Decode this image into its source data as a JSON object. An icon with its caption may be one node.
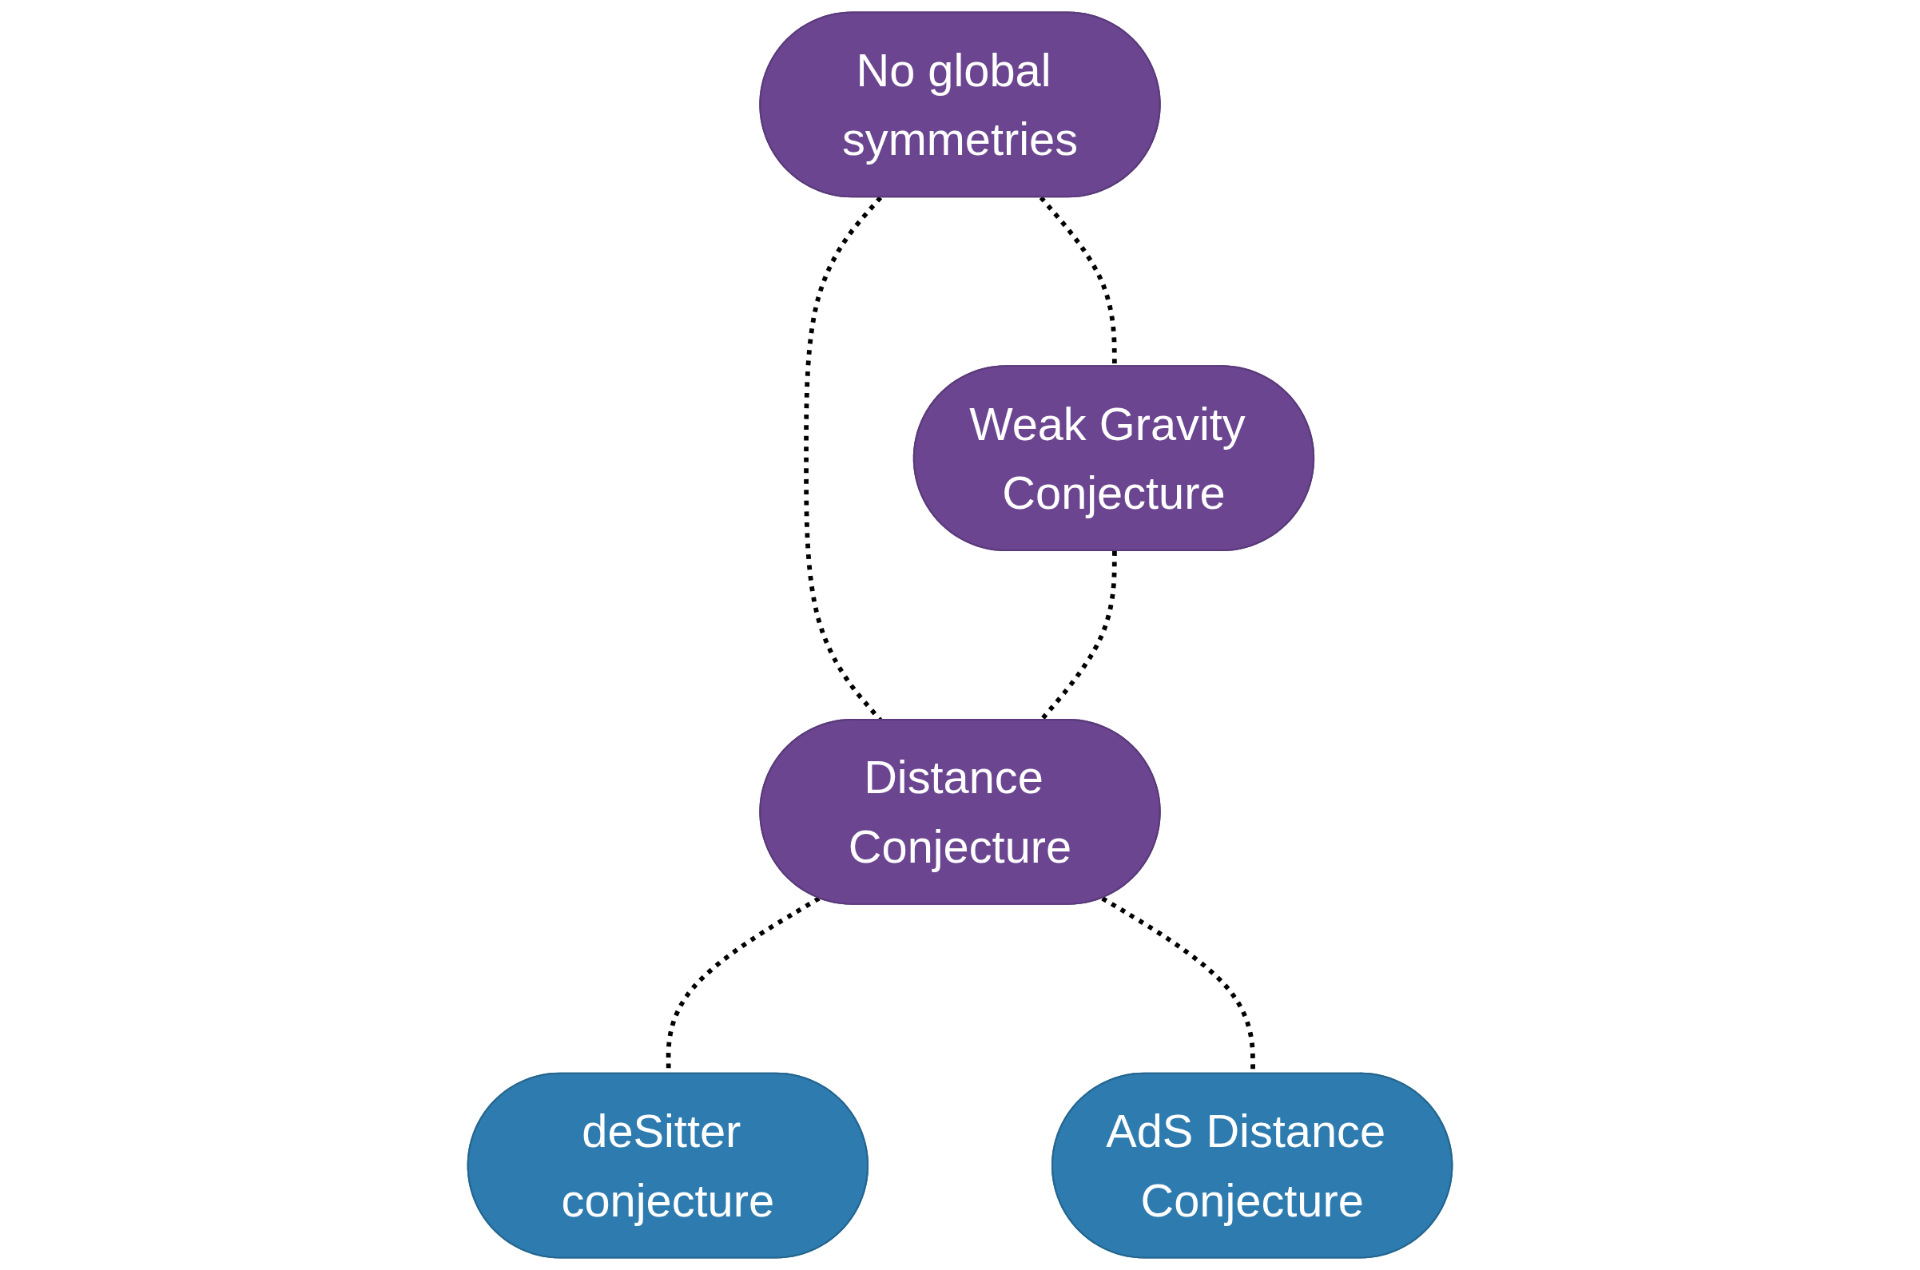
{
  "diagram": {
    "nodes": [
      {
        "text": [
          "No global symmetries"
        ]
      },
      {
        "text": [
          "Weak Gravity Conjecture"
        ]
      },
      {
        "text": [
          "Distance Conjecture"
        ]
      },
      {
        "text": [
          "deSitter conjecture"
        ]
      },
      {
        "text": [
          "AdS Distance Conjecture"
        ]
      }
    ],
    "edges": [
      {
        "from": 0,
        "to": 1,
        "arrow": "none",
        "style": "dashed"
      },
      {
        "from": 0,
        "to": 2,
        "arrow": "none",
        "style": "dashed"
      },
      {
        "from": 1,
        "to": 2,
        "arrow": "none",
        "style": "dashed"
      },
      {
        "from": 2,
        "to": 3,
        "arrow": "none",
        "style": "dashed"
      },
      {
        "from": 2,
        "to": 4,
        "arrow": "none",
        "style": "dashed"
      }
    ]
  }
}
